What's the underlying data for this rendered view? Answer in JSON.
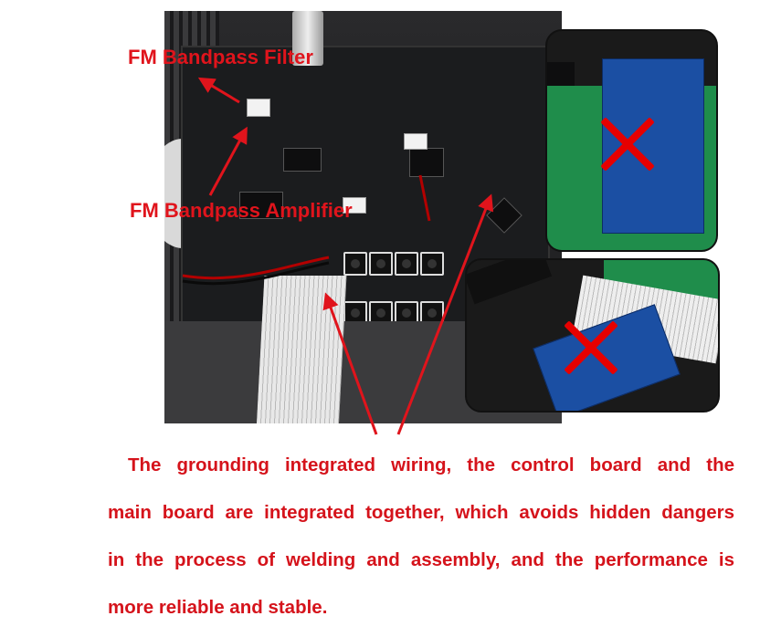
{
  "callouts": {
    "filter_label": "FM Bandpass Filter",
    "amplifier_label": "FM Bandpass Amplifier"
  },
  "description": {
    "line1": "The grounding integrated wiring, the control board and the",
    "line2": "main board are integrated together, which avoids hidden dangers",
    "line3": "in the process of welding and assembly, and the performance is",
    "line4": "more reliable and stable."
  },
  "colors": {
    "accent_red": "#e0141c"
  },
  "icons": {
    "reject_marks": [
      "cross-icon",
      "cross-icon"
    ]
  }
}
